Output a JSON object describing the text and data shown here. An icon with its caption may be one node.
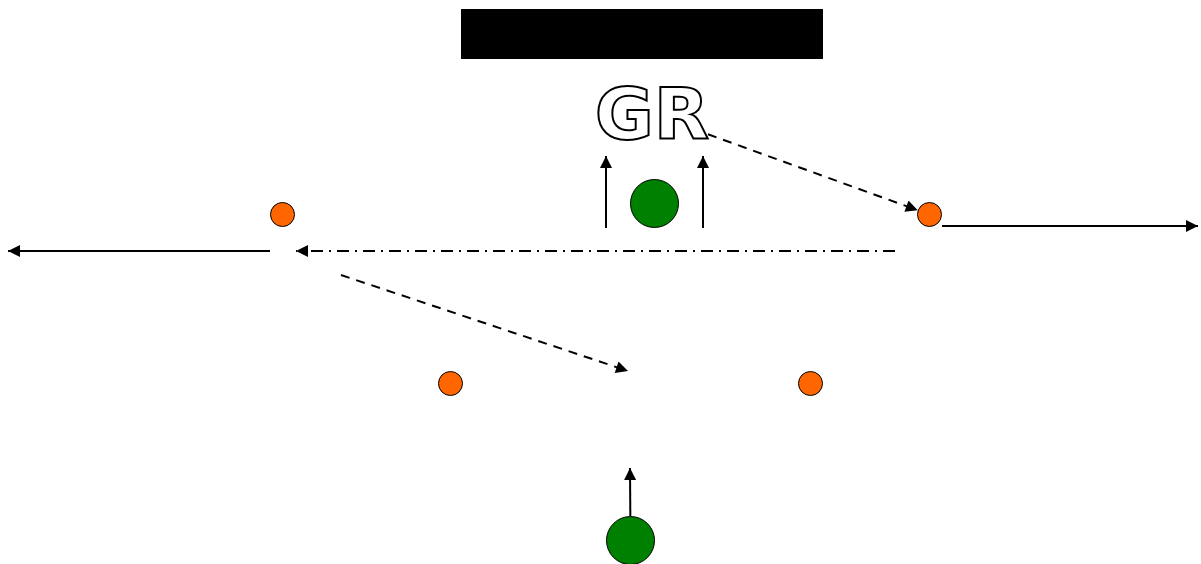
{
  "diagram": {
    "nodes": [
      {
        "text": [],
        "shape": "bar"
      },
      {
        "text": [
          "GR"
        ]
      },
      {
        "text": [],
        "shape": "circle"
      },
      {
        "text": [],
        "shape": "circle"
      },
      {
        "text": [],
        "shape": "circle"
      },
      {
        "text": [],
        "shape": "circle"
      },
      {
        "text": [],
        "shape": "circle"
      },
      {
        "text": [],
        "shape": "circle"
      }
    ],
    "edges": [
      {
        "from": 1,
        "to": 4,
        "arrow": "to",
        "style": "dashed"
      },
      {
        "from": 4,
        "to": null,
        "arrow": "to"
      },
      {
        "from": 7,
        "to": null,
        "arrow": "to"
      },
      {
        "from": null,
        "to": 2,
        "arrow": "to",
        "style": "dashed"
      }
    ]
  }
}
